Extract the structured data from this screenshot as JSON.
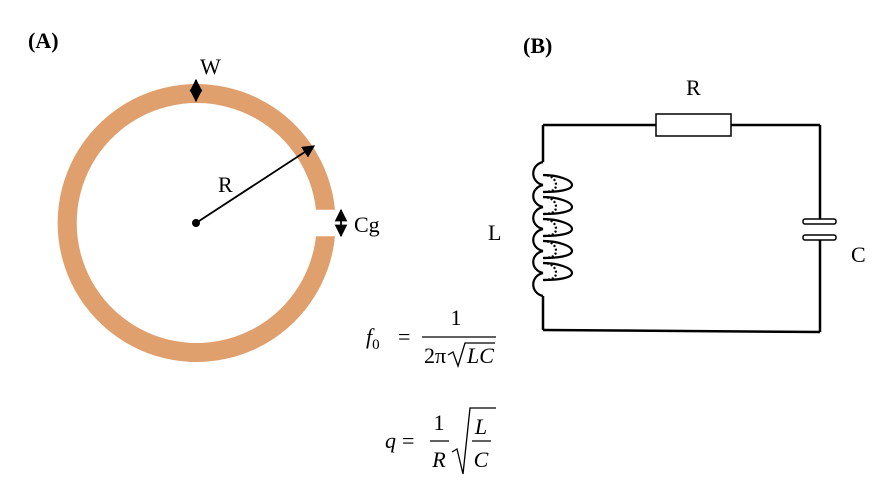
{
  "panel_a": {
    "label": "(A)",
    "width_label": "W",
    "radius_label": "R",
    "gap_label": "Cg",
    "ring_color": "#DFA06E"
  },
  "panel_b": {
    "label": "(B)",
    "resistor_label": "R",
    "inductor_label": "L",
    "capacitor_label": "C"
  },
  "equations": {
    "f0": {
      "lhs_symbol": "f",
      "lhs_subscript": "0",
      "equals": "=",
      "numerator": "1",
      "denominator_prefix": "2π",
      "radicand": "LC"
    },
    "q": {
      "lhs_symbol": "q",
      "equals": "=",
      "numerator": "1",
      "denominator": "R",
      "root_numerator": "L",
      "root_denominator": "C"
    }
  }
}
